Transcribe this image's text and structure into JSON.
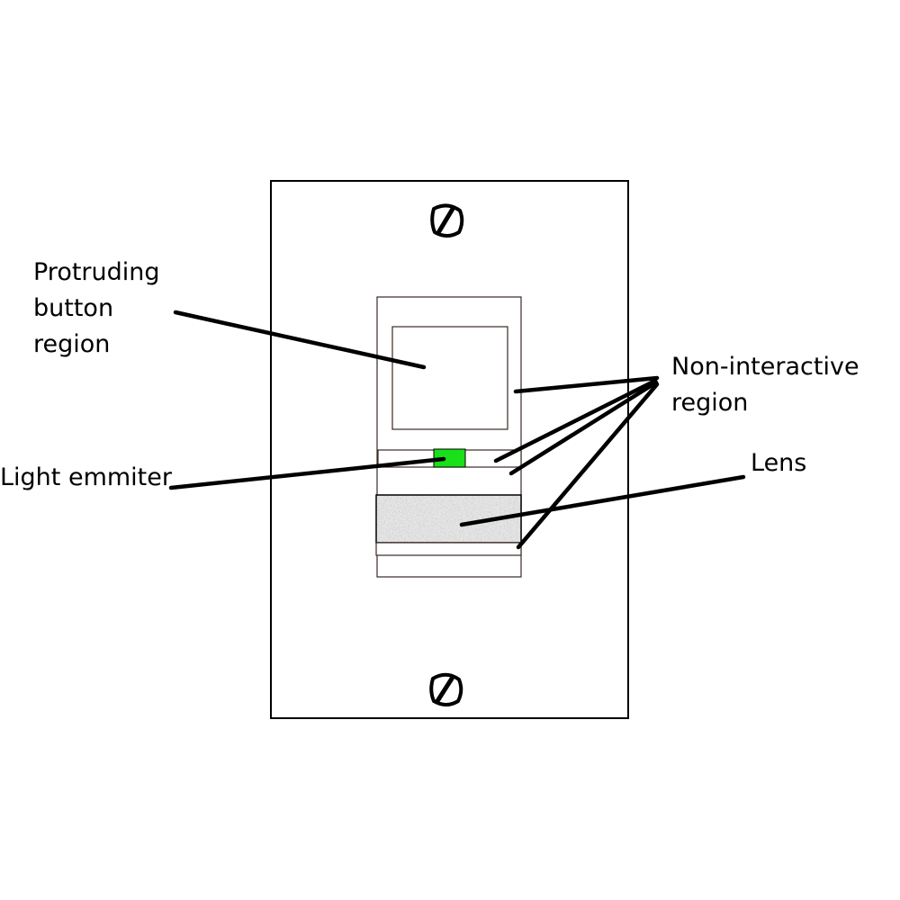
{
  "labels": {
    "protruding_button": [
      "Protruding",
      "button",
      "region"
    ],
    "non_interactive": [
      "Non-interactive",
      "region"
    ],
    "light_emitter": "Light emmiter",
    "lens": "Lens"
  },
  "colors": {
    "outline": "#000000",
    "switch_outline": "#3a2a24",
    "light_emitter_fill": "#19e019",
    "lens_fill": "#d9d9d9",
    "background": "#ffffff"
  },
  "icons": {
    "top_screw": "screw-icon",
    "bottom_screw": "screw-icon"
  }
}
